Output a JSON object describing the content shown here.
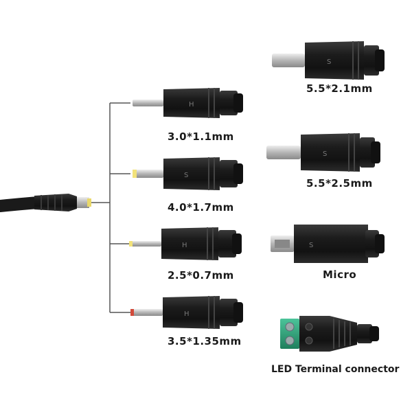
{
  "labels": {
    "adapter_3_0_1_1": "3.0*1.1mm",
    "adapter_4_0_1_7": "4.0*1.7mm",
    "adapter_2_5_0_7": "2.5*0.7mm",
    "adapter_3_5_1_35": "3.5*1.35mm",
    "adapter_5_5_2_1": "5.5*2.1mm",
    "adapter_5_5_2_5": "5.5*2.5mm",
    "adapter_micro": "Micro",
    "adapter_led_terminal": "LED Terminal connector"
  },
  "colors": {
    "plug_body": "#1c1c1c",
    "pin_silver": "#c9c9c9",
    "tip_yellow": "#f2e27a",
    "tip_red": "#d24a3a",
    "terminal_green": "#2fa37a",
    "wire": "#555555"
  }
}
